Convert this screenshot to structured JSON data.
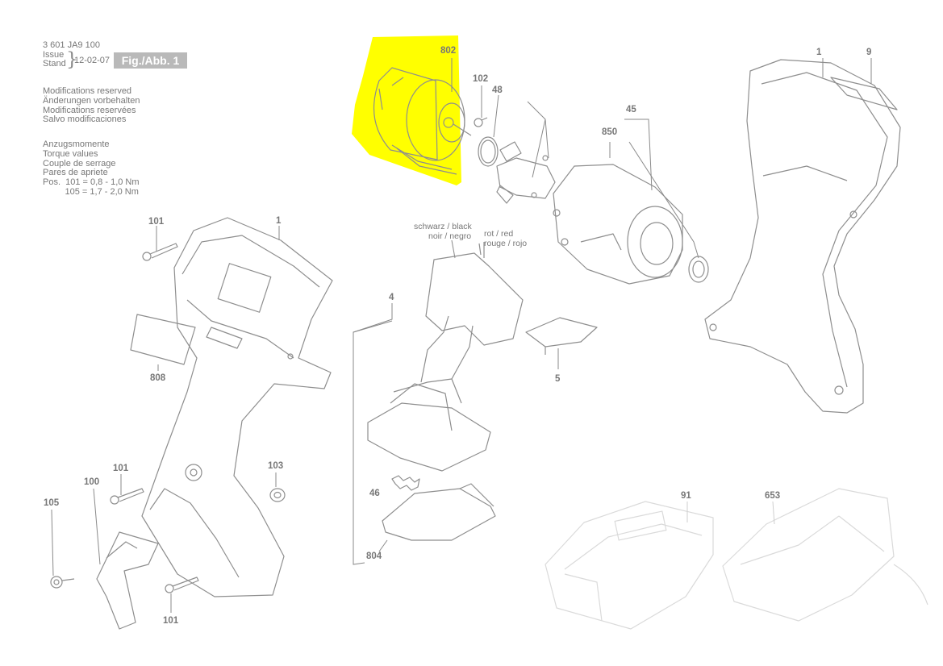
{
  "header": {
    "doc_number": "3 601 JA9 100",
    "issue_label_1": "Issue",
    "issue_label_2": "Stand",
    "issue_date": "12-02-07",
    "figure_label": "Fig./Abb. 1"
  },
  "notes": {
    "lines": [
      "Modifications reserved",
      "Änderungen vorbehalten",
      "Modifications reservées",
      "Salvo modificaciones"
    ]
  },
  "torque": {
    "lines": [
      "Anzugsmomente",
      "Torque values",
      "Couple de serrage",
      "Pares de apriete",
      "Pos.  101 = 0,8 - 1,0 Nm",
      "         105 = 1,7 - 2,0 Nm"
    ]
  },
  "highlight": {
    "color": "#ffff00",
    "part_number": "802"
  },
  "wire_colors": {
    "black": {
      "line1": "schwarz / black",
      "line2": "noir / negro"
    },
    "red": {
      "line1": "rot / red",
      "line2": "rouge / rojo"
    }
  },
  "part_labels": {
    "p802": "802",
    "p102": "102",
    "p48": "48",
    "p45": "45",
    "p850": "850",
    "p1_right": "1",
    "p9": "9",
    "p101_top": "101",
    "p1_left": "1",
    "p808": "808",
    "p4": "4",
    "p5": "5",
    "p101_mid": "101",
    "p100": "100",
    "p103": "103",
    "p105": "105",
    "p101_bottom": "101",
    "p46": "46",
    "p804": "804",
    "p91": "91",
    "p653": "653"
  }
}
